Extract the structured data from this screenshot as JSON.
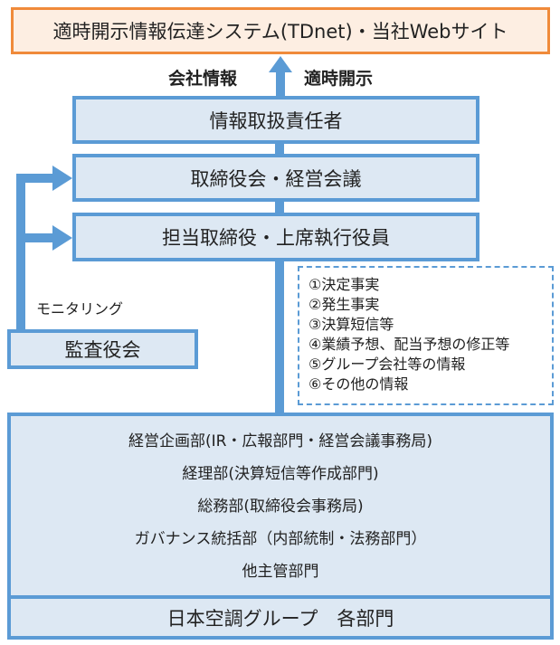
{
  "top_box": {
    "text": "適時開示情報伝達システム(TDnet)・当社Webサイト"
  },
  "flow_labels": {
    "left": "会社情報",
    "right": "適時開示"
  },
  "boxes": {
    "info_officer": "情報取扱責任者",
    "board": "取締役会・経営会議",
    "directors": "担当取締役・上席執行役員",
    "audit": "監査役会",
    "group": "日本空調グループ　各部門"
  },
  "monitoring_label": "モニタリング",
  "note_items": [
    "①決定事実",
    "②発生事実",
    "③決算短信等",
    "④業績予想、配当予想の修正等",
    "⑤グループ会社等の情報",
    "⑥その他の情報"
  ],
  "departments": [
    "経営企画部(IR・広報部門・経営会議事務局)",
    "経理部(決算短信等作成部門)",
    "総務部(取締役会事務局)",
    "ガバナンス統括部（内部統制・法務部門）",
    "他主管部門"
  ],
  "colors": {
    "accent_blue": "#5b9bd5",
    "box_fill": "#dde8f3",
    "orange_border": "#f08a3a",
    "orange_fill": "#fdeee2"
  }
}
